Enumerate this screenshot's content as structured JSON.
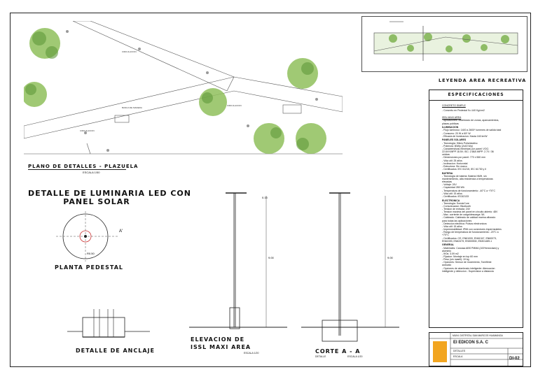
{
  "titles": {
    "plaza_plan": "PLANO DE DETALLES - PLAZUELA",
    "plaza_scale": "ESCALA 1/50",
    "luminaire_detail": [
      "DETALLE DE LUMINARIA LED CON",
      "PANEL SOLAR"
    ],
    "pedestal_plan": "PLANTA PEDESTAL",
    "anchor_detail": "DETALLE DE ANCLAJE",
    "elevation": [
      "ELEVACION DE",
      "ISSL MAXI AREA"
    ],
    "elevation_scale": "ESCALA 1/20",
    "section": "CORTE A - A",
    "section_sub": "DETALLE",
    "section_scale": "ESCALA 1/20",
    "legend": "LEYENDA AREA RECREATIVA"
  },
  "plan_labels": {
    "circulacion": "CIRCULACION",
    "banca": "BANCA DE MADERA"
  },
  "dimension_labels": {
    "top": "0.15",
    "height1": "9.00",
    "height2": "9.00",
    "pedestal_r": "R0.50",
    "cut": "A'"
  },
  "specs": {
    "header": "ESPECIFICACIONES",
    "concrete_title": "CONCRETO SIMPLE",
    "concrete_text": "- Concreto en Pedestal f'c=140 Kg/cm2",
    "issl_title": "ISSL MAXI AREA",
    "lines": [
      {
        "t": "- Aplicaciones: Alumbrado de zonas, aparcamientos,",
        "c": ""
      },
      {
        "t": "plazas publicas",
        "c": ""
      },
      {
        "t": "ILUMINACION",
        "c": "sec"
      },
      {
        "t": "- Flujo luminoso: 1400 a 2600* lumenes de salida total",
        "c": ""
      },
      {
        "t": "- Consumo: 20 W a 60* W",
        "c": ""
      },
      {
        "t": "- Eficacia de iluminacion: Hasta 160 lm/W",
        "c": ""
      },
      {
        "t": "PANELES SOLARES",
        "c": "sec"
      },
      {
        "t": "- Tecnologia: Silicio Policristalino",
        "c": ""
      },
      {
        "t": "- Potencia: 80Wp (2x40 Wp)",
        "c": ""
      },
      {
        "t": "- Caracteristicas electricas por panel: VOC:",
        "c": ""
      },
      {
        "t": "22.6V/VMPP 18.5V; ISC: 2.68A IMPP: 2.70 / 36",
        "c": ""
      },
      {
        "t": "celulas",
        "c": ""
      },
      {
        "t": "- Dimensiones por panel: 770 x 560 mm",
        "c": ""
      },
      {
        "t": "- Vida util: 25 años",
        "c": ""
      },
      {
        "t": "- Inclinacion: Horizontal",
        "c": ""
      },
      {
        "t": "- Estructura: Sin marco",
        "c": ""
      },
      {
        "t": "- Certificados: IEC 61215, IEC 61730 y II",
        "c": ""
      },
      {
        "t": "BATERIA",
        "c": "sec"
      },
      {
        "t": "- Tecnologia de bateria: Bateria NMH, sin",
        "c": ""
      },
      {
        "t": "mantenimiento, alta resistencia a temperaturas",
        "c": ""
      },
      {
        "t": "elevadas",
        "c": ""
      },
      {
        "t": "- Voltaje: 24V",
        "c": ""
      },
      {
        "t": "- Capacidad 280 Wh",
        "c": ""
      },
      {
        "t": "- Temperatura de funcionamiento: -40°C a +70°C",
        "c": ""
      },
      {
        "t": "- Vida util: 15 años",
        "c": ""
      },
      {
        "t": "- Certificados: IEC62133",
        "c": ""
      },
      {
        "t": "ELECTRONICA",
        "c": "sec"
      },
      {
        "t": "- Tecnologia: ScenicCore",
        "c": ""
      },
      {
        "t": "- Comunicacion: Bluetooth",
        "c": ""
      },
      {
        "t": "- Tension de entrada: 24V",
        "c": ""
      },
      {
        "t": "- Tension maxima del panel en circuito abierto: 48V",
        "c": ""
      },
      {
        "t": "- Max. corriente de carga/descarga: 5A",
        "c": ""
      },
      {
        "t": "- Cableado: Cableado de calidad marina aflorado",
        "c": ""
      },
      {
        "t": "para todas las aplicaciones",
        "c": ""
      },
      {
        "t": "- Deteccion electrica: Pulsos electronicos",
        "c": ""
      },
      {
        "t": "- Vida util: 15 años",
        "c": ""
      },
      {
        "t": "- Impermeabilidad: IP66 con conectores impermeables",
        "c": ""
      },
      {
        "t": "- Rango de temperatura de funcionamiento: -20°C a",
        "c": ""
      },
      {
        "t": "+70°C",
        "c": ""
      },
      {
        "t": "- Certificados: CE, EN61000, EN61347, EN60073,",
        "c": ""
      },
      {
        "t": "EN62493, EN62479, EN500530, EN301489-1",
        "c": ""
      },
      {
        "t": "GENERAL",
        "c": "sec"
      },
      {
        "t": "- Materiales: Carcasa ABS PMMA (100%reciclado) y",
        "c": ""
      },
      {
        "t": "aluminio",
        "c": ""
      },
      {
        "t": "- IK0s: 3.09 m2",
        "c": ""
      },
      {
        "t": "- Fijacion: Montaje en top 60 mm",
        "c": ""
      },
      {
        "t": "- Peso (sin mastil): 19 kg",
        "c": ""
      },
      {
        "t": "- Opciones: Sensor de movimiento, Torniflinte",
        "c": ""
      },
      {
        "t": "autocalo",
        "c": ""
      },
      {
        "t": "- Opciones de alumbrado inteligente: Atenuacion",
        "c": ""
      },
      {
        "t": "inteligente y deteccion - Supervision a distancia",
        "c": ""
      }
    ]
  },
  "title_block": {
    "company": "EI EDICON S.A. C",
    "sheet_id": "DI-02",
    "row1": "MUNI. DISTRITAL SAN MARCOS HUAMANGA",
    "row2": "DETALLES",
    "row3": "ESCALA"
  },
  "colors": {
    "line": "#222222",
    "tree": "#8fbf5c",
    "tree_dark": "#5f9a3a",
    "logo": "#f2a51f"
  }
}
